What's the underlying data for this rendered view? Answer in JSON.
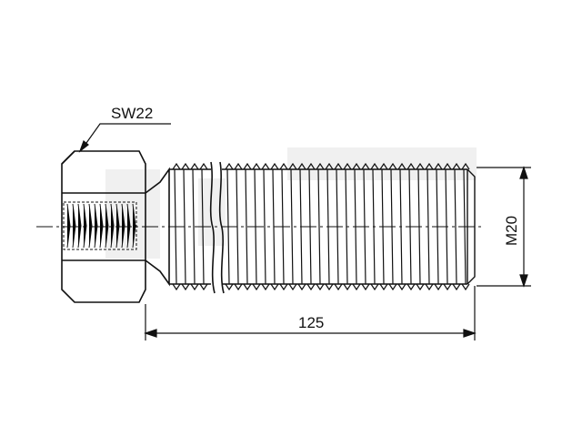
{
  "labels": {
    "wrench_size": "SW22",
    "thread_size": "M20",
    "length": "125"
  },
  "colors": {
    "line": "#111111",
    "watermark": "#cfcfcf",
    "background": "#ffffff"
  }
}
